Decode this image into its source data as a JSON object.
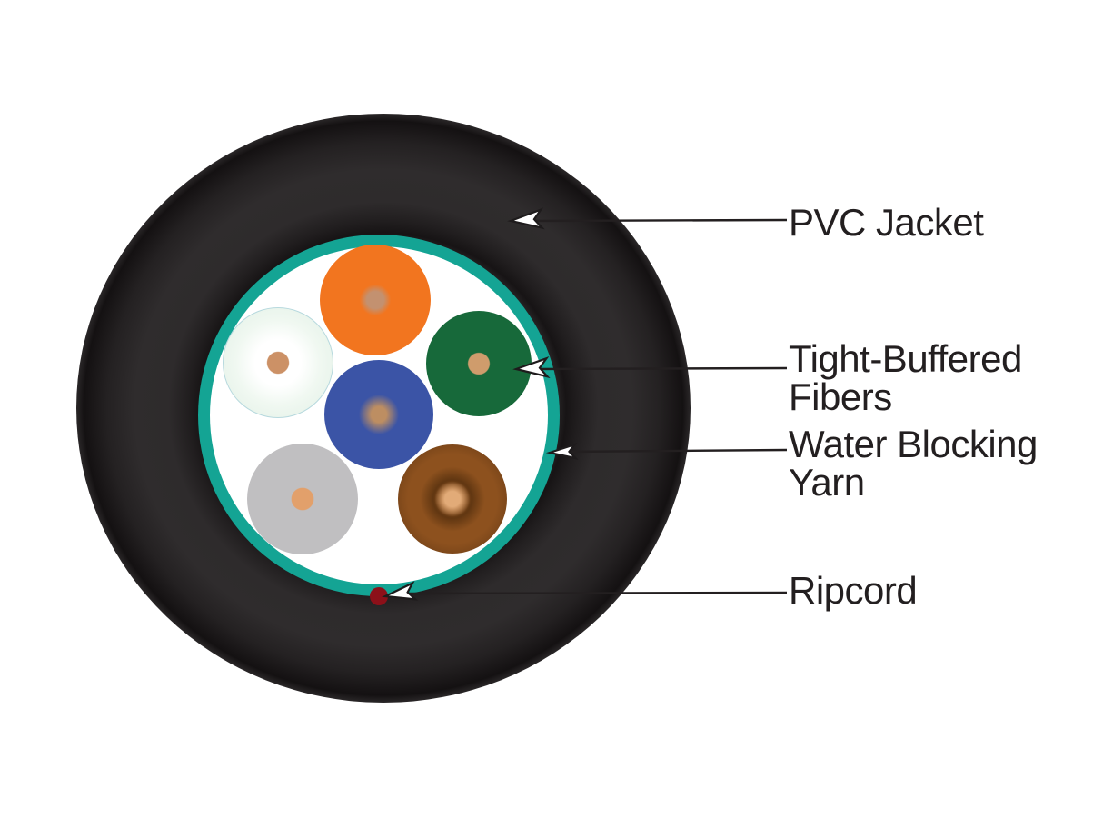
{
  "diagram_type": "fiber-optic-cable-cross-section",
  "labels": [
    {
      "id": "pvc-jacket",
      "lines": [
        "PVC Jacket"
      ]
    },
    {
      "id": "tight-buffered-fibers",
      "lines": [
        "Tight-Buffered",
        "Fibers"
      ]
    },
    {
      "id": "water-blocking-yarn",
      "lines": [
        "Water Blocking",
        "Yarn"
      ]
    },
    {
      "id": "ripcord",
      "lines": [
        "Ripcord"
      ]
    }
  ],
  "cable": {
    "parts": [
      {
        "name": "PVC Jacket",
        "color": "#2b2829"
      },
      {
        "name": "Water Blocking Yarn",
        "color": "#14a494"
      },
      {
        "name": "Tight-Buffered Fibers",
        "fiber_count": 6,
        "fiber_colors": [
          "#f2751f",
          "#e9f4ec",
          "#17693a",
          "#3b54a6",
          "#c0bfc1",
          "#8d511e"
        ],
        "buffer_dot_color": "#cc9166"
      },
      {
        "name": "Ripcord",
        "color": "#8c1019"
      }
    ],
    "core_background": "#ffffff",
    "label_text_color": "#231f20"
  }
}
